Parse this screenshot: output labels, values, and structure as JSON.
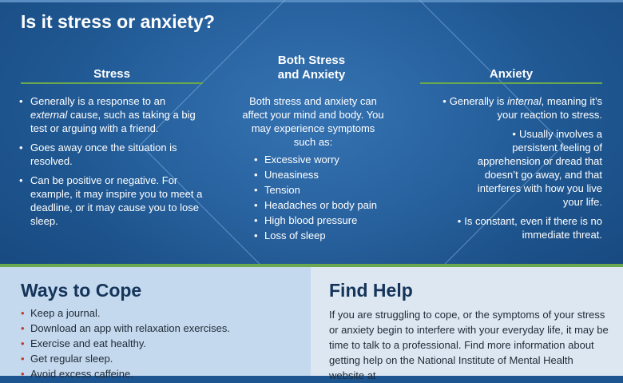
{
  "header": {
    "title": "Is it stress or anxiety?"
  },
  "stress": {
    "title": "Stress",
    "items": [
      {
        "before": "Generally is a response to an ",
        "em": "external",
        "after": " cause, such as taking a big test or arguing with a friend."
      },
      {
        "text": "Goes away once the situation is resolved."
      },
      {
        "text": "Can be positive or negative. For example, it may inspire you to meet a deadline, or it may cause you to lose sleep."
      }
    ]
  },
  "both": {
    "title_line1": "Both Stress",
    "title_line2": "and Anxiety",
    "intro": "Both stress and anxiety can affect your mind and body. You may experience symptoms such as:",
    "symptoms": [
      "Excessive worry",
      "Uneasiness",
      "Tension",
      "Headaches or body pain",
      "High blood pressure",
      "Loss of sleep"
    ]
  },
  "anxiety": {
    "title": "Anxiety",
    "items": [
      {
        "before": "Generally is ",
        "em": "internal",
        "after": ", meaning it’s your reaction to stress."
      },
      {
        "text": "Usually involves a persistent feeling of apprehension or dread that doesn’t go away, and that interferes with how you live your life."
      },
      {
        "text": "Is constant, even if there is no immediate threat."
      }
    ]
  },
  "cope": {
    "title": "Ways to Cope",
    "items": [
      "Keep a journal.",
      "Download an app with relaxation exercises.",
      "Exercise and eat healthy.",
      "Get regular sleep.",
      "Avoid excess caffeine."
    ]
  },
  "help": {
    "title": "Find Help",
    "text": "If you are struggling to cope, or the symptoms of your stress or anxiety begin to interfere with your everyday life, it may be time to talk to a professional. Find more information about getting help on the National Institute of Mental Health website at"
  },
  "colors": {
    "dark_blue": "#184a80",
    "mid_blue": "#2c6aa8",
    "green_accent": "#6aa84f",
    "light_blue_panel": "#c4d9ee",
    "pale_panel": "#dde7f1",
    "bullet_red": "#c0392b"
  }
}
